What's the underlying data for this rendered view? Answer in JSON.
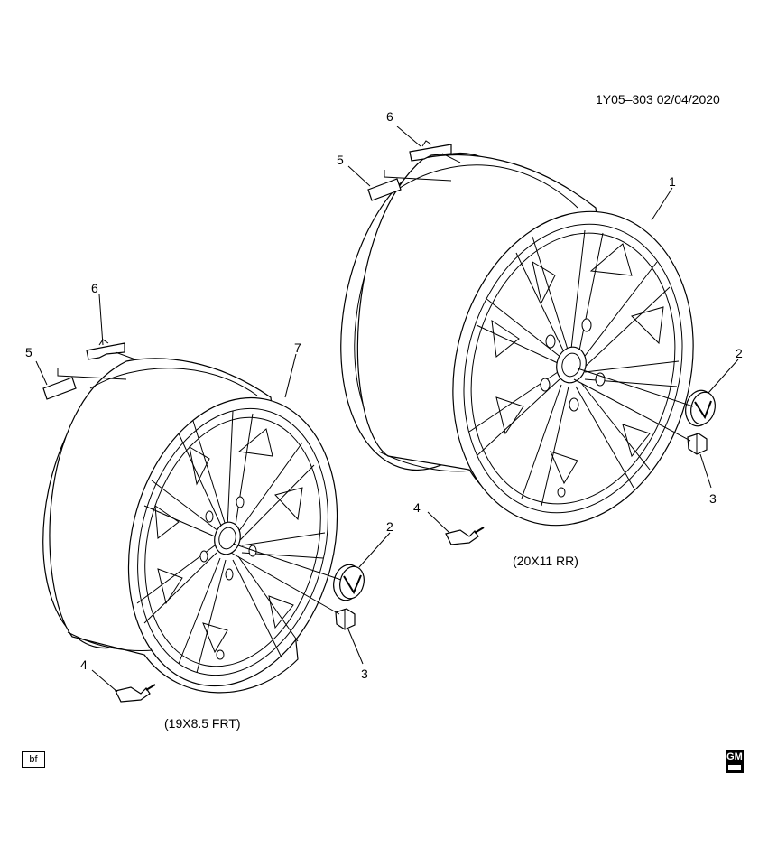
{
  "header": {
    "ref": "1Y05–303  02/04/2020"
  },
  "assemblies": [
    {
      "caption": "(20X11 RR)",
      "callouts": [
        {
          "num": "1",
          "part": "wheel"
        },
        {
          "num": "2",
          "part": "center cap"
        },
        {
          "num": "3",
          "part": "lug nut"
        },
        {
          "num": "4",
          "part": "tire pressure sensor"
        },
        {
          "num": "5",
          "part": "balance weight"
        },
        {
          "num": "6",
          "part": "balance weight clip"
        }
      ]
    },
    {
      "caption": "(19X8.5 FRT)",
      "callouts": [
        {
          "num": "7",
          "part": "wheel"
        },
        {
          "num": "2",
          "part": "center cap"
        },
        {
          "num": "3",
          "part": "lug nut"
        },
        {
          "num": "4",
          "part": "tire pressure sensor"
        },
        {
          "num": "5",
          "part": "balance weight"
        },
        {
          "num": "6",
          "part": "balance weight clip"
        }
      ]
    }
  ],
  "footer": {
    "tag": "bf",
    "logo_text": "GM"
  }
}
